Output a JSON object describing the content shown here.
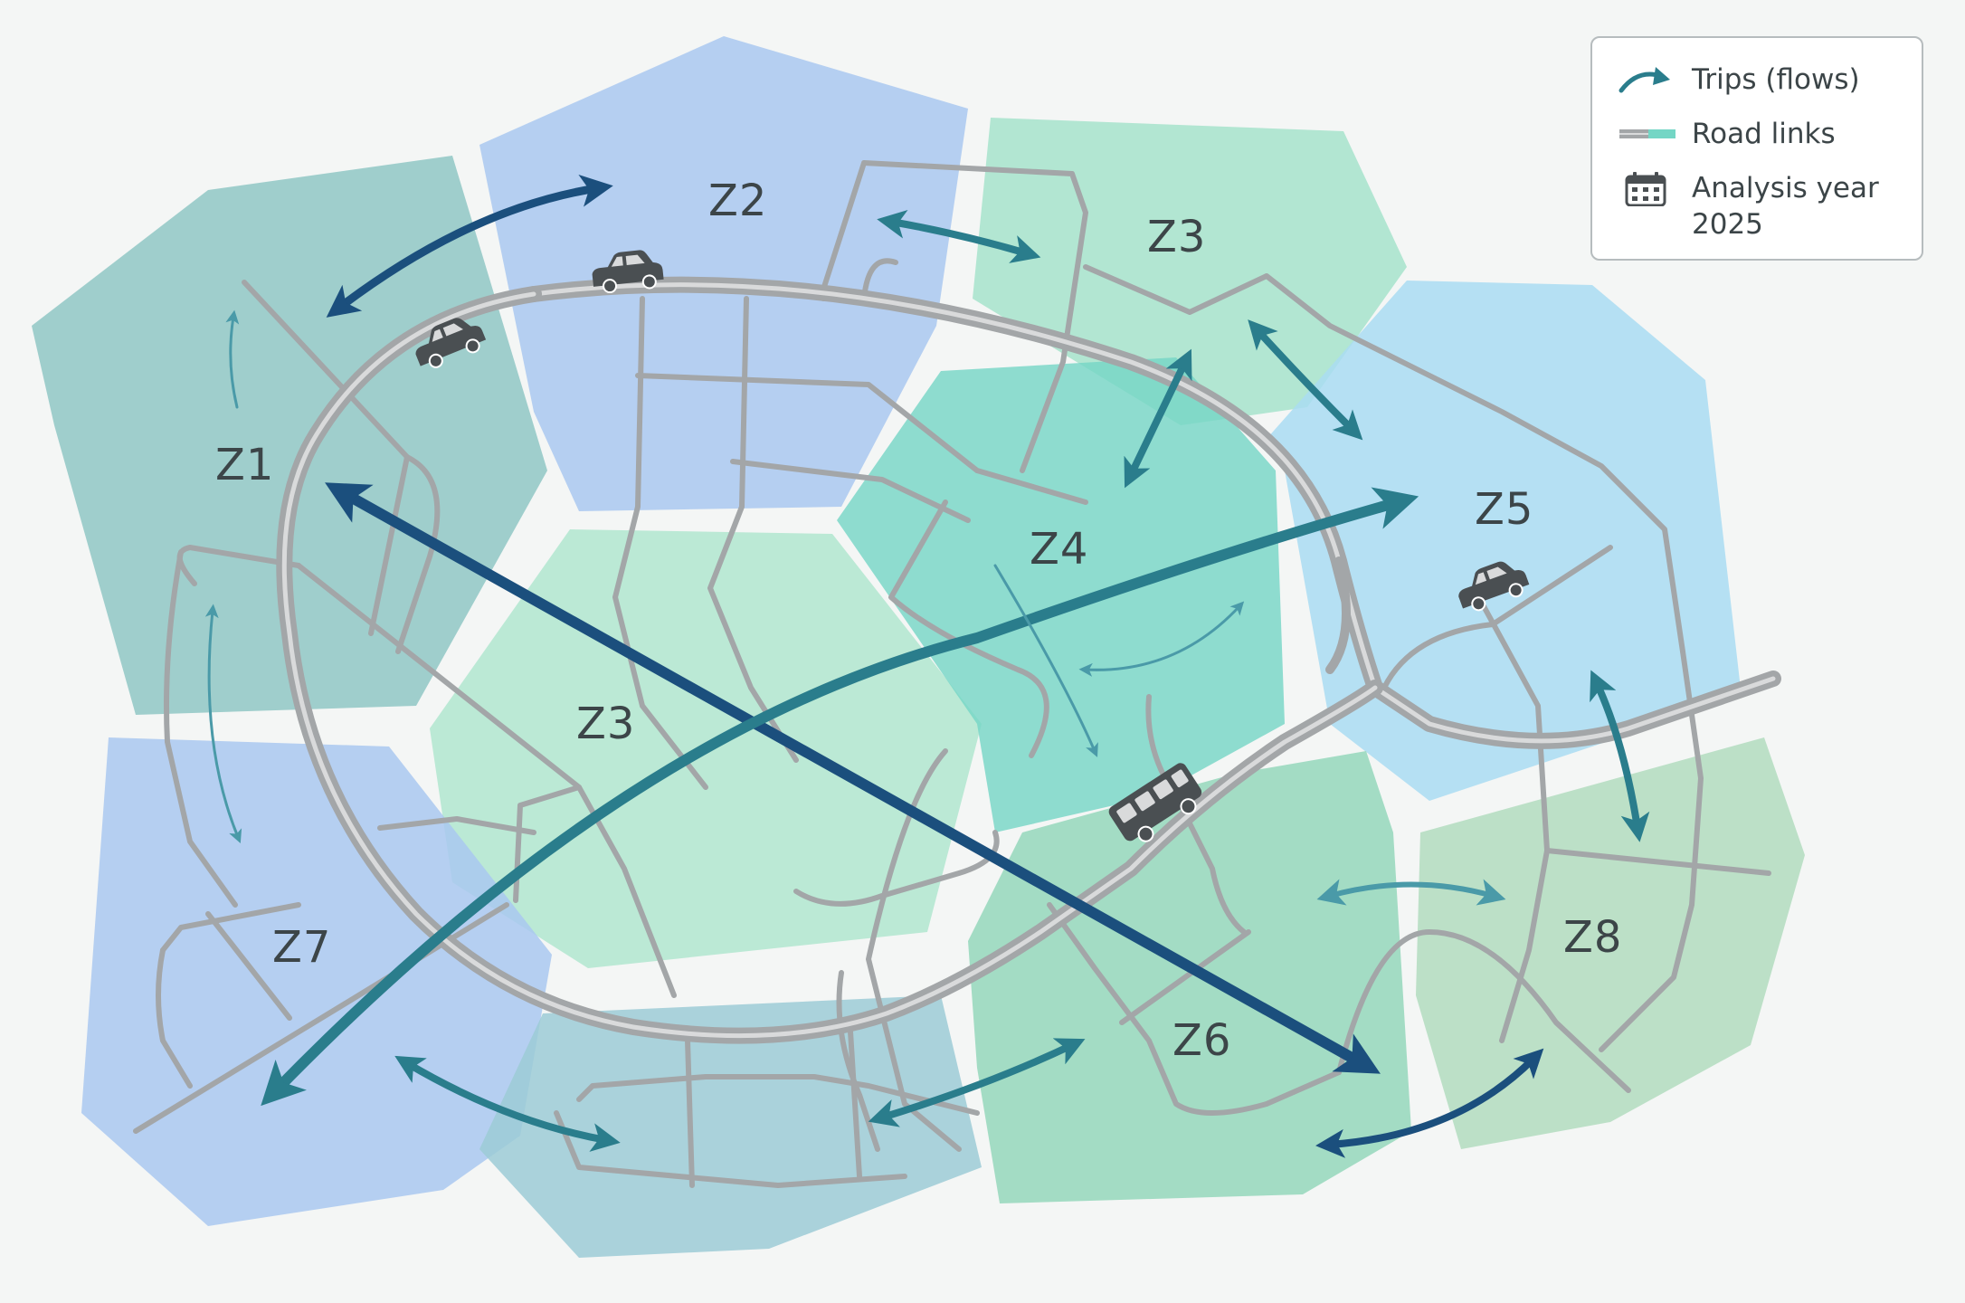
{
  "zones": [
    {
      "id": "z1",
      "label": "Z1",
      "color": "#8fc7c4"
    },
    {
      "id": "z2",
      "label": "Z2",
      "color": "#a9c8f0"
    },
    {
      "id": "z3-north",
      "label": "Z3",
      "color": "#a6e3cb"
    },
    {
      "id": "z3-central",
      "label": "Z3",
      "color": "#b0e6cf"
    },
    {
      "id": "z4",
      "label": "Z4",
      "color": "#74d6c5"
    },
    {
      "id": "z5",
      "label": "Z5",
      "color": "#a9dcf2"
    },
    {
      "id": "z6",
      "label": "Z6",
      "color": "#94d7bb"
    },
    {
      "id": "z7",
      "label": "Z7",
      "color": "#a9c8f0"
    },
    {
      "id": "z8",
      "label": "Z8",
      "color": "#b2dcbe"
    },
    {
      "id": "south",
      "label": "",
      "color": "#9ccbd6"
    }
  ],
  "legend": {
    "trips_label": "Trips (flows)",
    "roads_label": "Road links",
    "year_label_line1": "Analysis year",
    "year_label_line2": "2025"
  },
  "colors": {
    "flow_dark": "#1b4f7d",
    "flow_teal": "#2a7d8c",
    "flow_light": "#4a9aa8",
    "road": "#a3a6a8",
    "road_center": "#d9dadb",
    "vehicle": "#4a4f52",
    "background": "#f4f6f5"
  },
  "icons": [
    "trips-arrow-icon",
    "road-link-icon",
    "calendar-icon",
    "car-icon",
    "bus-icon"
  ]
}
